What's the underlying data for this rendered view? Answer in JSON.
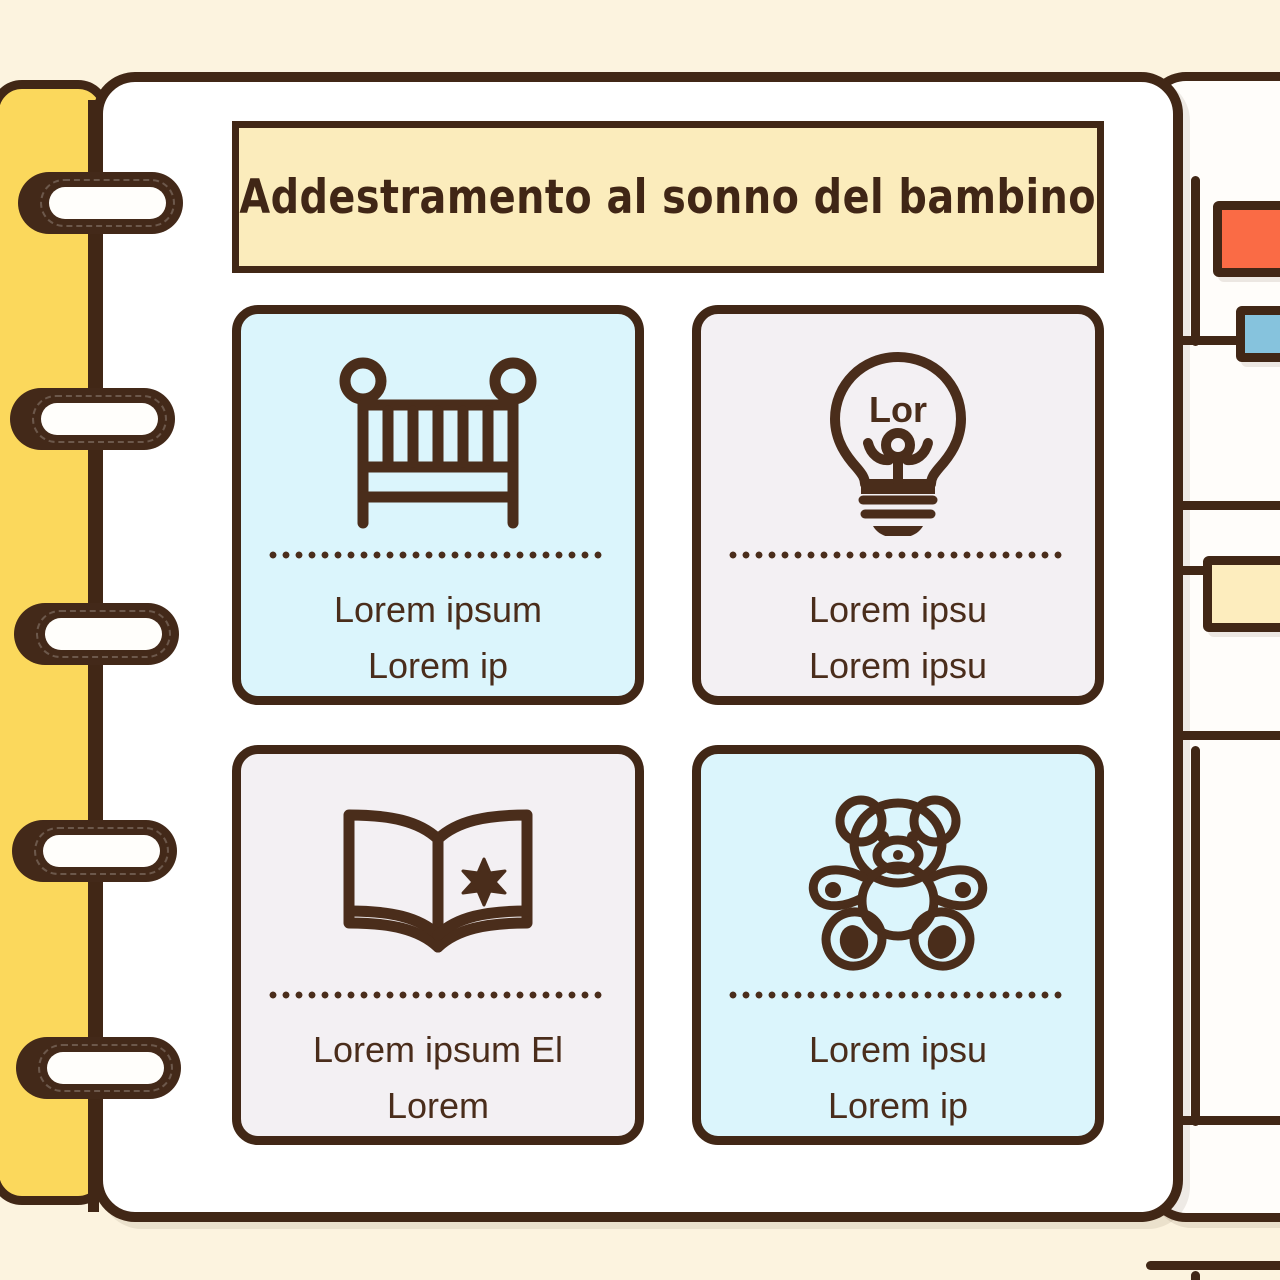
{
  "colors": {
    "background": "#FCF3DF",
    "ink": "#412716",
    "page": "#FFFFFF",
    "left_tab": "#FBD85C",
    "title_banner": "#FBECBC",
    "card_blue": "#DBF5FC",
    "card_gray": "#F3F0F3",
    "tab_orange": "#FA6B45",
    "tab_blue": "#86C3DD",
    "tab_cream": "#FDEDBE"
  },
  "header": {
    "title": "Addestramento al sonno del bambino"
  },
  "cards": [
    {
      "icon": "crib-icon",
      "theme": "blue",
      "line1": "Lorem ipsum",
      "line2": "Lorem ip"
    },
    {
      "icon": "lightbulb-icon",
      "theme": "gray",
      "icon_label": "Lor",
      "line1": "Lorem ipsu",
      "line2": "Lorem ipsu"
    },
    {
      "icon": "open-book-icon",
      "theme": "gray",
      "line1": "Lorem ipsum El",
      "line2": "Lorem"
    },
    {
      "icon": "teddy-bear-icon",
      "theme": "blue",
      "line1": "Lorem ipsu",
      "line2": "Lorem ip"
    }
  ],
  "binder": {
    "ring_count": 5
  },
  "side_tabs": [
    {
      "name": "side-tab-orange",
      "color": "#FA6B45"
    },
    {
      "name": "side-tab-blue",
      "color": "#86C3DD"
    },
    {
      "name": "side-tab-cream",
      "color": "#FDEDBE"
    }
  ]
}
